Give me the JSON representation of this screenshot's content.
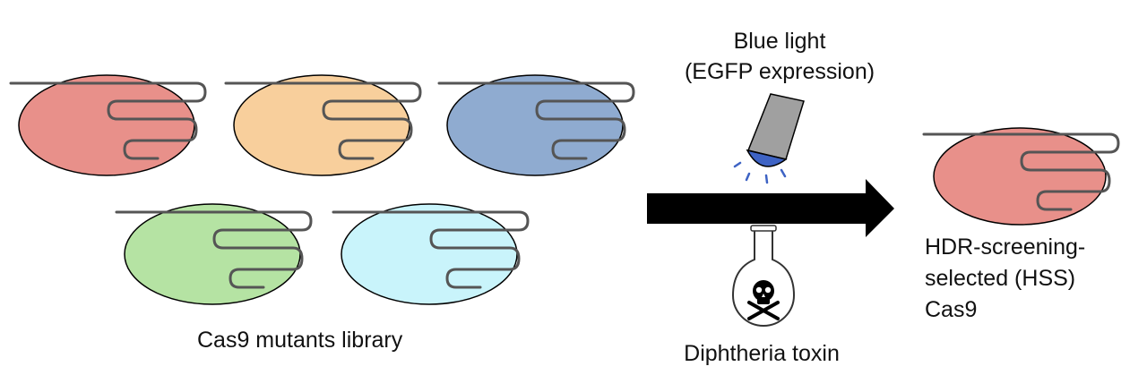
{
  "library_label": "Cas9 mutants library",
  "light_label_line1": "Blue light",
  "light_label_line2": "(EGFP expression)",
  "toxin_label": "Diphtheria toxin",
  "result_label_line1": "HDR-screening-",
  "result_label_line2": "selected (HSS)",
  "result_label_line3": "Cas9",
  "colors": {
    "cell_red": "#e8908a",
    "cell_orange": "#f8cf9c",
    "cell_blue": "#8fabd0",
    "cell_green": "#b5e3a3",
    "cell_cyan": "#c9f4fb",
    "dna_strand": "#555555",
    "arrow": "#000000",
    "lamp_body": "#a0a0a0",
    "lamp_light": "#3e63c4"
  },
  "icons": [
    "blue-light-lamp-icon",
    "toxin-flask-icon",
    "skull-crossbones-icon",
    "right-arrow-icon"
  ]
}
